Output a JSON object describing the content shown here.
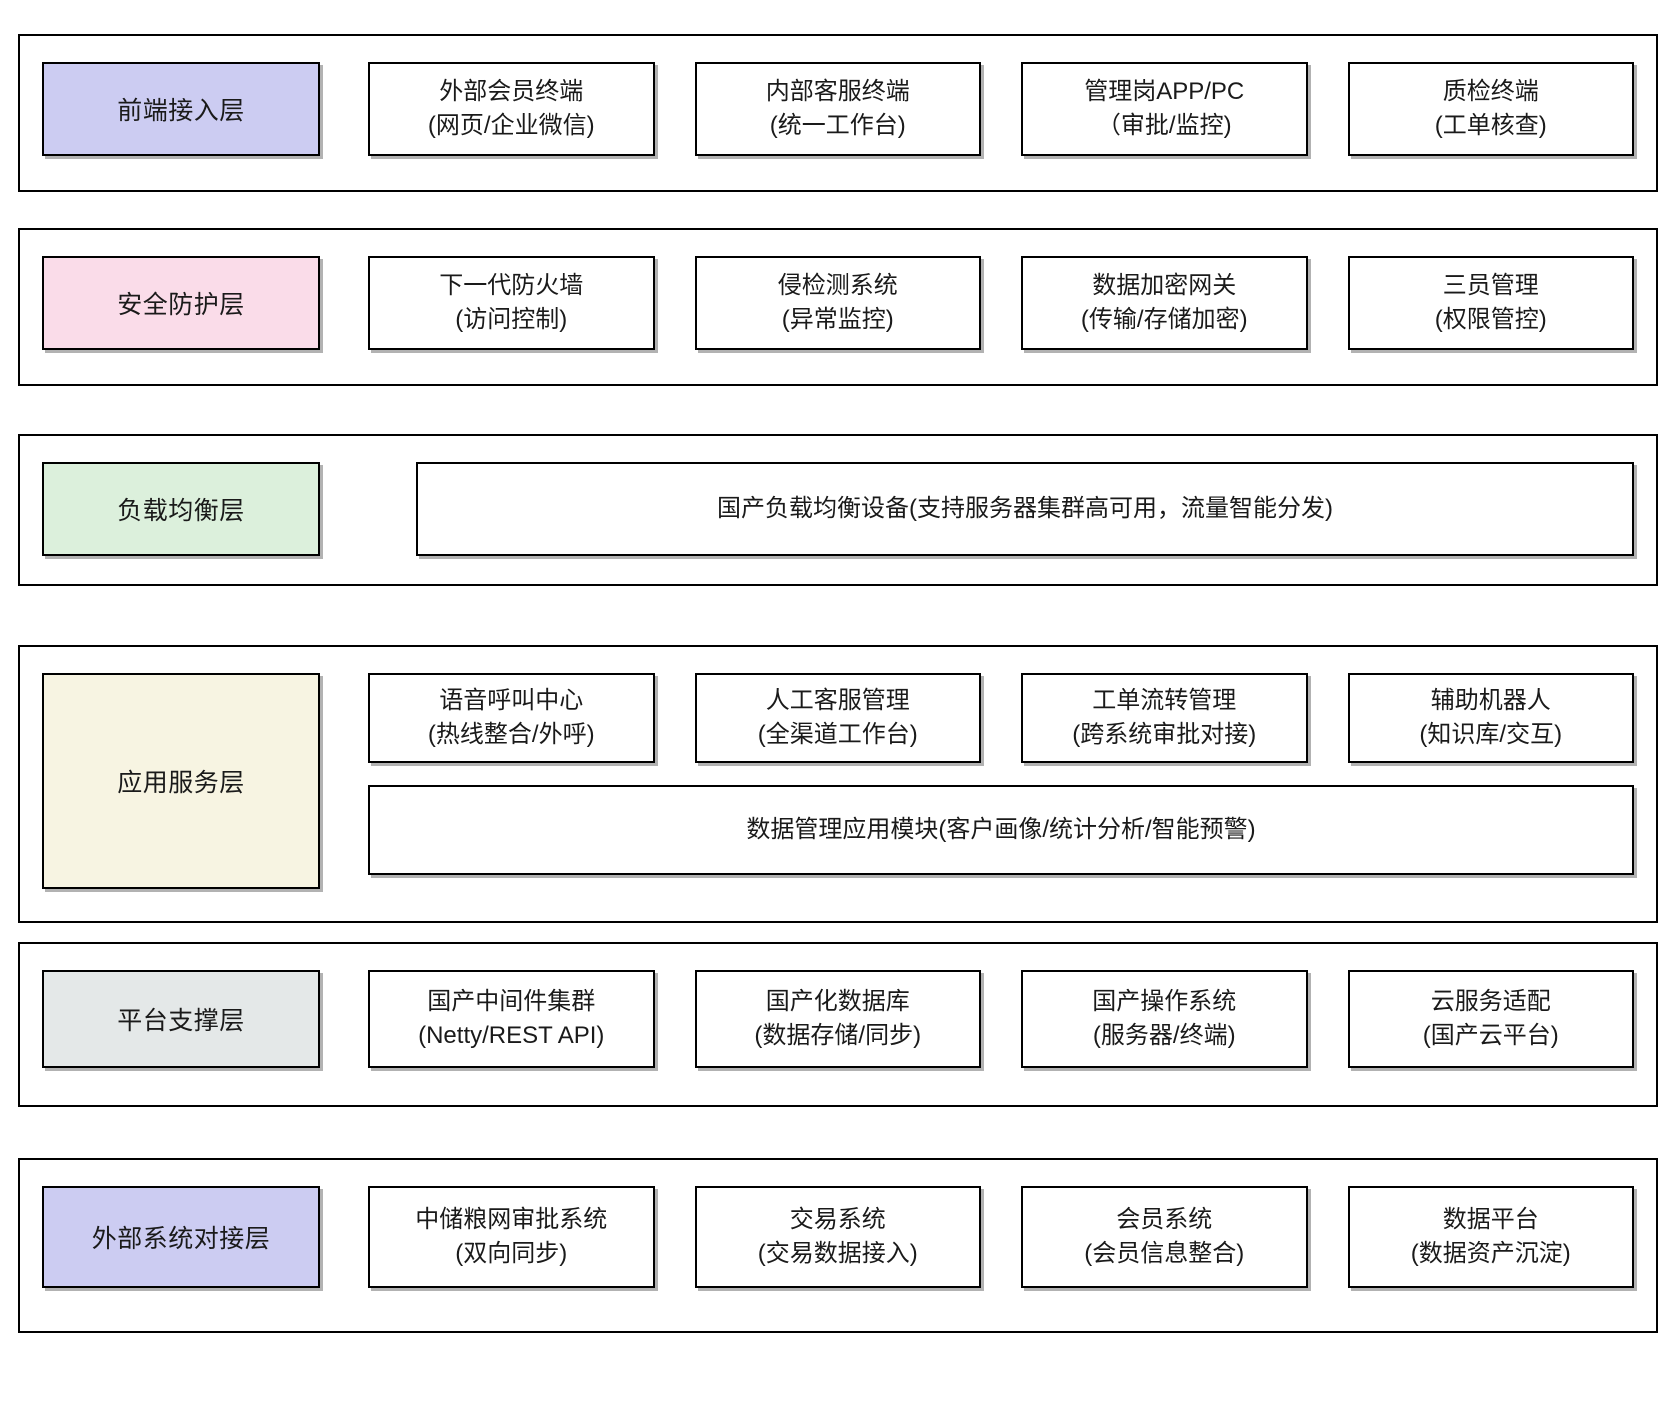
{
  "diagram": {
    "title_text": "",
    "colors": {
      "frontend_layer_fill": "#ccccf2",
      "security_layer_fill": "#fadce9",
      "loadbalance_layer_fill": "#dcf0dc",
      "application_layer_fill": "#f7f4e2",
      "platform_layer_fill": "#e4e8e8",
      "external_layer_fill": "#ccccf2",
      "node_fill": "#ffffff",
      "border": "#000000",
      "text": "#1a1a1a"
    },
    "layers": [
      {
        "id": "frontend-access-layer",
        "label": "前端接入层",
        "fill": "#ccccf2",
        "rows": [
          {
            "nodes": [
              {
                "line1": "外部会员终端",
                "line2": "(网页/企业微信)"
              },
              {
                "line1": "内部客服终端",
                "line2": "(统一工作台)"
              },
              {
                "line1": "管理岗APP/PC",
                "line2": "（审批/监控)"
              },
              {
                "line1": "质检终端",
                "line2": "(工单核查)"
              }
            ]
          }
        ]
      },
      {
        "id": "security-protection-layer",
        "label": "安全防护层",
        "fill": "#fadce9",
        "rows": [
          {
            "nodes": [
              {
                "line1": "下一代防火墙",
                "line2": "(访问控制)"
              },
              {
                "line1": "侵检测系统",
                "line2": "(异常监控)"
              },
              {
                "line1": "数据加密网关",
                "line2": "(传输/存储加密)"
              },
              {
                "line1": "三员管理",
                "line2": "(权限管控)"
              }
            ]
          }
        ]
      },
      {
        "id": "load-balance-layer",
        "label": "负载均衡层",
        "fill": "#dcf0dc",
        "rows": [
          {
            "nodes": [
              {
                "line1": "国产负载均衡设备(支持服务器集群高可用，流量智能分发)",
                "line2": "",
                "wide": true
              }
            ]
          }
        ]
      },
      {
        "id": "application-service-layer",
        "label": "应用服务层",
        "fill": "#f7f4e2",
        "rows": [
          {
            "nodes": [
              {
                "line1": "语音呼叫中心",
                "line2": "(热线整合/外呼)"
              },
              {
                "line1": "人工客服管理",
                "line2": "(全渠道工作台)"
              },
              {
                "line1": "工单流转管理",
                "line2": "(跨系统审批对接)"
              },
              {
                "line1": "辅助机器人",
                "line2": "(知识库/交互)"
              }
            ]
          },
          {
            "nodes": [
              {
                "line1": "数据管理应用模块(客户画像/统计分析/智能预警)",
                "line2": "",
                "wide": true
              }
            ]
          }
        ]
      },
      {
        "id": "platform-support-layer",
        "label": "平台支撑层",
        "fill": "#e4e8e8",
        "rows": [
          {
            "nodes": [
              {
                "line1": "国产中间件集群",
                "line2": "(Netty/REST API)"
              },
              {
                "line1": "国产化数据库",
                "line2": "(数据存储/同步)"
              },
              {
                "line1": "国产操作系统",
                "line2": "(服务器/终端)"
              },
              {
                "line1": "云服务适配",
                "line2": "(国产云平台)"
              }
            ]
          }
        ]
      },
      {
        "id": "external-system-integration-layer",
        "label": "外部系统对接层",
        "fill": "#ccccf2",
        "rows": [
          {
            "nodes": [
              {
                "line1": "中储粮网审批系统",
                "line2": "(双向同步)"
              },
              {
                "line1": "交易系统",
                "line2": "(交易数据接入)"
              },
              {
                "line1": "会员系统",
                "line2": "(会员信息整合)"
              },
              {
                "line1": "数据平台",
                "line2": "(数据资产沉淀)"
              }
            ]
          }
        ]
      }
    ]
  }
}
